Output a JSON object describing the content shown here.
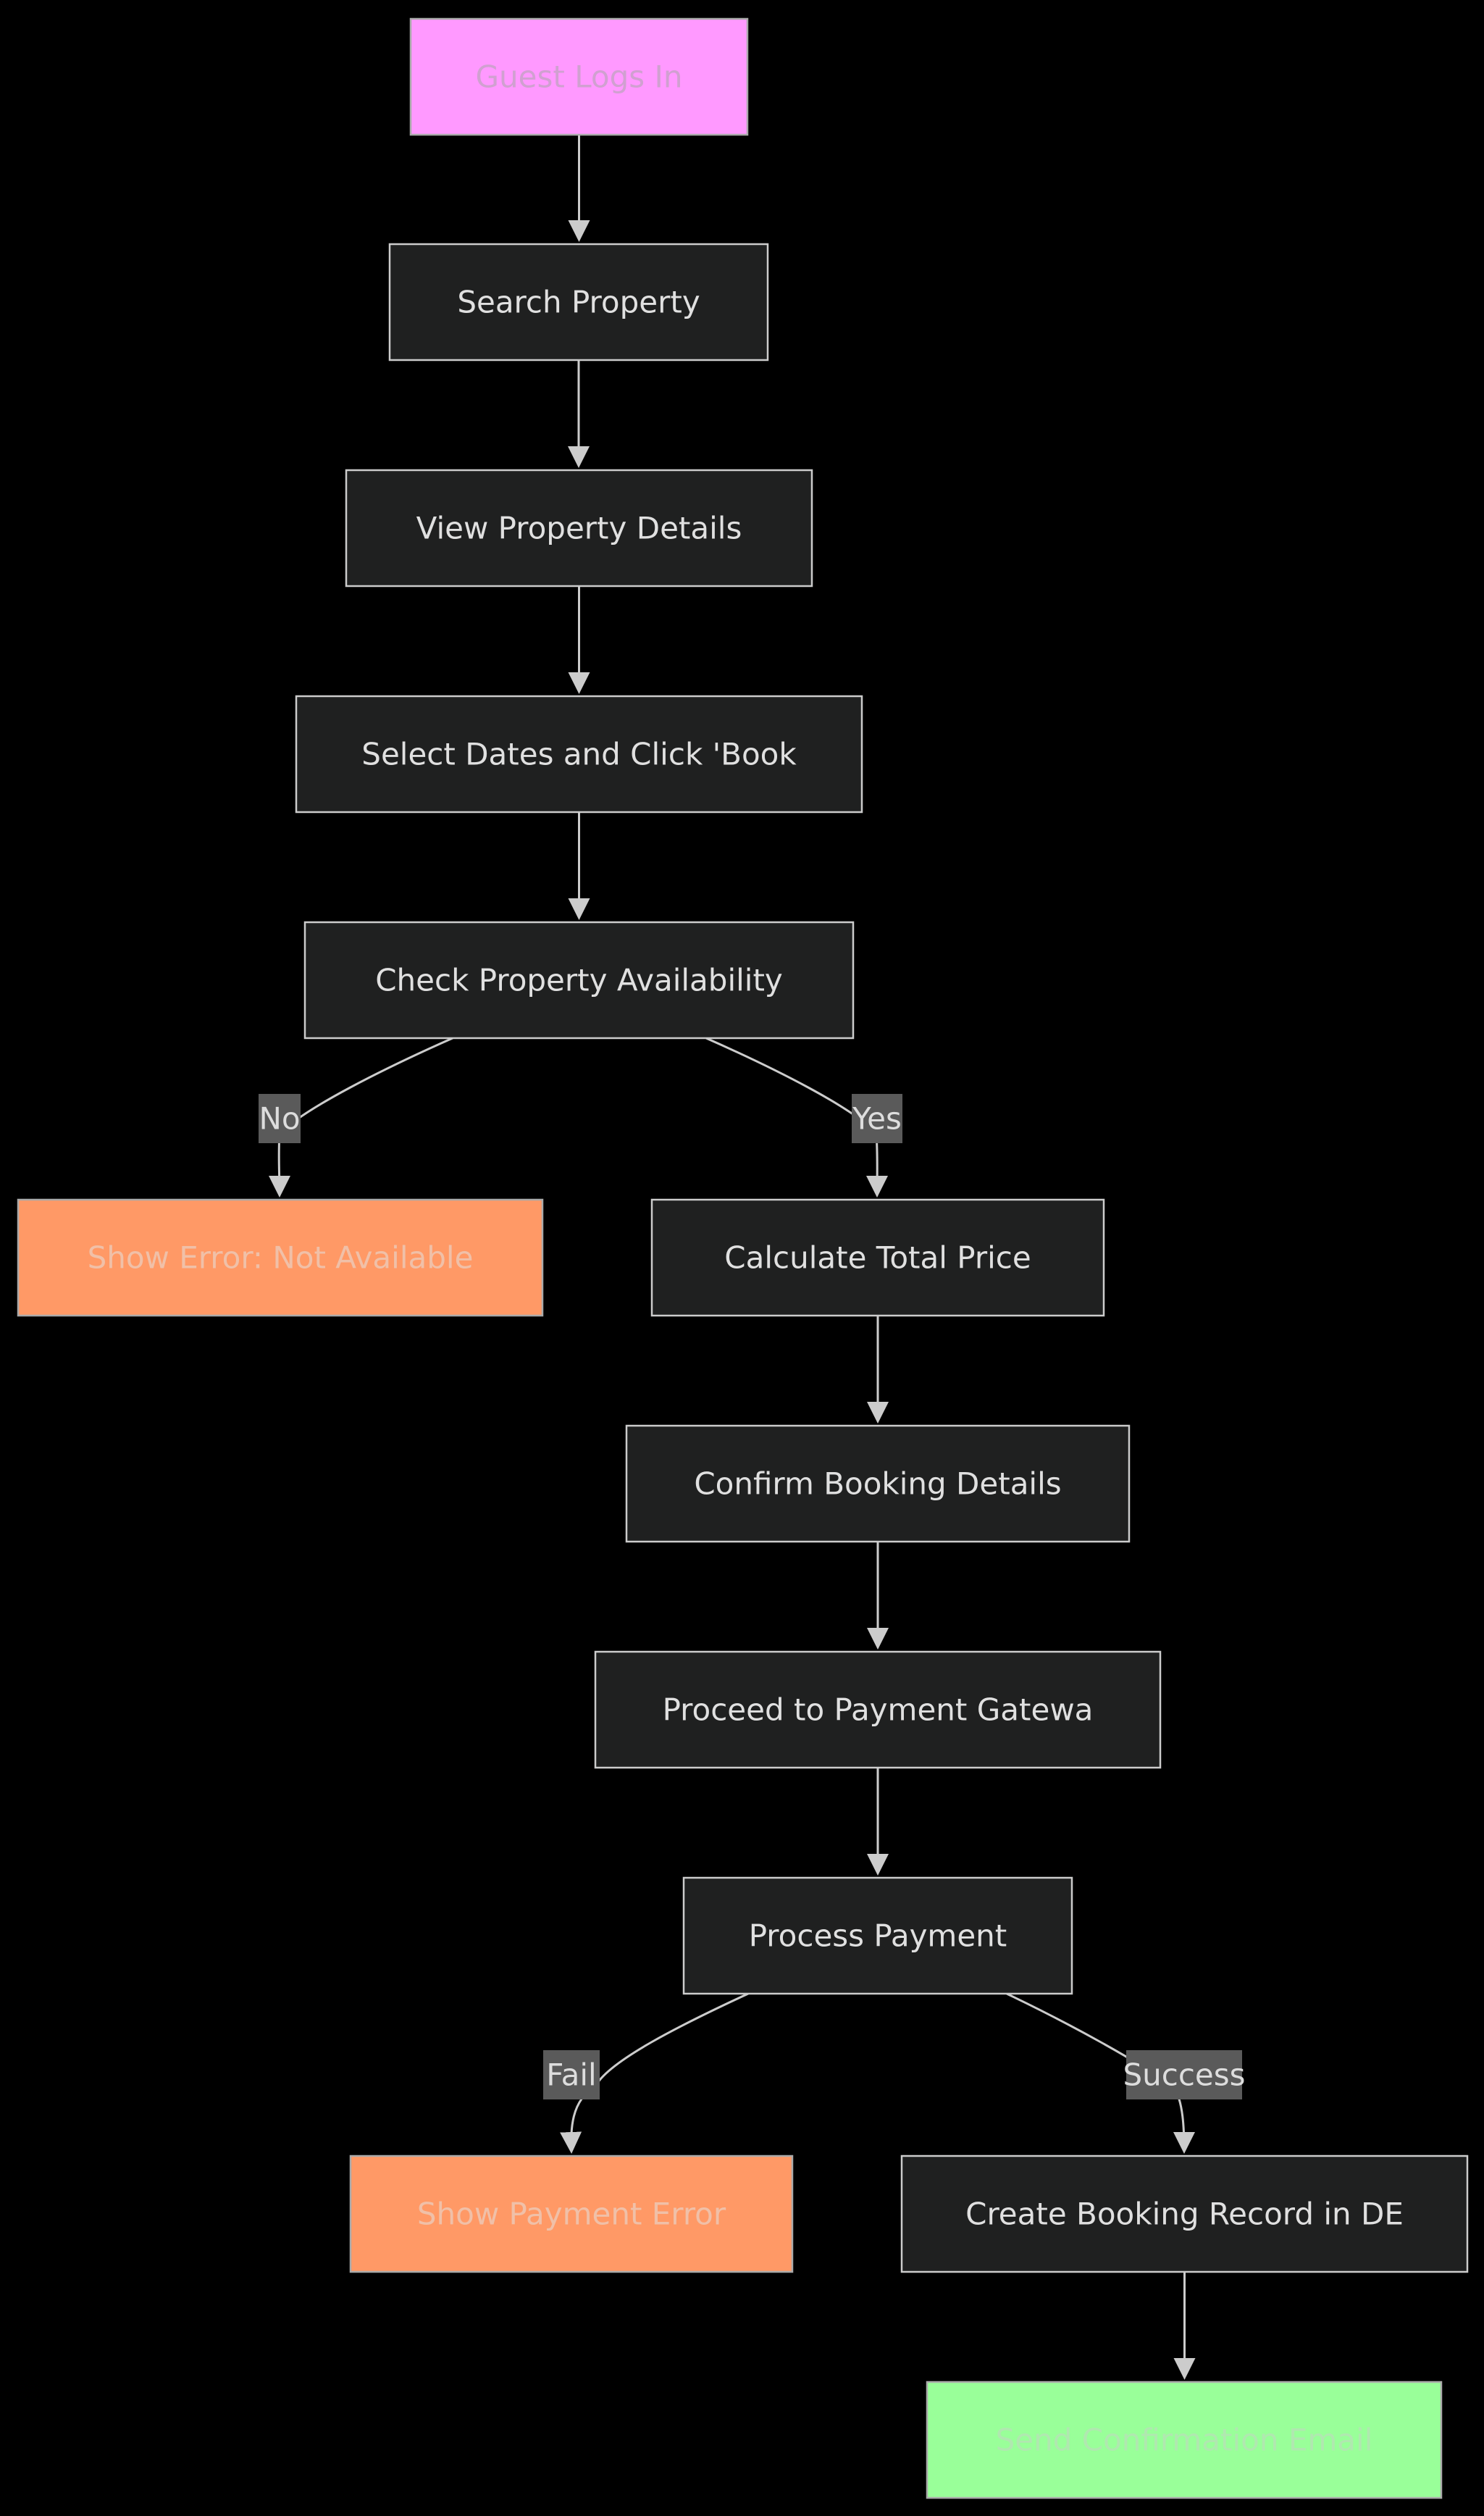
{
  "nodes": [
    {
      "id": "login",
      "label": "Guest Logs In",
      "style": "start"
    },
    {
      "id": "search",
      "label": "Search Property",
      "style": "default"
    },
    {
      "id": "view",
      "label": "View Property Details",
      "style": "default"
    },
    {
      "id": "select",
      "label": "Select Dates and Click 'Book",
      "style": "default"
    },
    {
      "id": "check",
      "label": "Check Property Availability",
      "style": "default"
    },
    {
      "id": "na",
      "label": "Show Error: Not Available",
      "style": "error"
    },
    {
      "id": "calc",
      "label": "Calculate Total Price",
      "style": "default"
    },
    {
      "id": "confirm",
      "label": "Confirm Booking Details",
      "style": "default"
    },
    {
      "id": "gateway",
      "label": "Proceed to Payment Gatewa",
      "style": "default"
    },
    {
      "id": "process",
      "label": "Process Payment",
      "style": "default"
    },
    {
      "id": "payerr",
      "label": "Show Payment Error",
      "style": "error"
    },
    {
      "id": "record",
      "label": "Create Booking Record in DE",
      "style": "default"
    },
    {
      "id": "email",
      "label": "Send Confirmation Email",
      "style": "success"
    }
  ],
  "edges": [
    {
      "from": "login",
      "to": "search",
      "label": ""
    },
    {
      "from": "search",
      "to": "view",
      "label": ""
    },
    {
      "from": "view",
      "to": "select",
      "label": ""
    },
    {
      "from": "select",
      "to": "check",
      "label": ""
    },
    {
      "from": "check",
      "to": "na",
      "label": "No"
    },
    {
      "from": "check",
      "to": "calc",
      "label": "Yes"
    },
    {
      "from": "calc",
      "to": "confirm",
      "label": ""
    },
    {
      "from": "confirm",
      "to": "gateway",
      "label": ""
    },
    {
      "from": "gateway",
      "to": "process",
      "label": ""
    },
    {
      "from": "process",
      "to": "payerr",
      "label": "Fail"
    },
    {
      "from": "process",
      "to": "record",
      "label": "Success"
    },
    {
      "from": "record",
      "to": "email",
      "label": ""
    }
  ],
  "styles": {
    "default": {
      "fill": "#1f2020",
      "stroke": "#cccccc",
      "text": "#e0e0e0"
    },
    "start": {
      "fill": "#ff99ff",
      "stroke": "#aaaaaa",
      "text": "#d0a0d0"
    },
    "error": {
      "fill": "#ff9966",
      "stroke": "#aaaaaa",
      "text": "#f0c0a8"
    },
    "success": {
      "fill": "#99ff99",
      "stroke": "#aaaaaa",
      "text": "#b0e8b0"
    }
  }
}
